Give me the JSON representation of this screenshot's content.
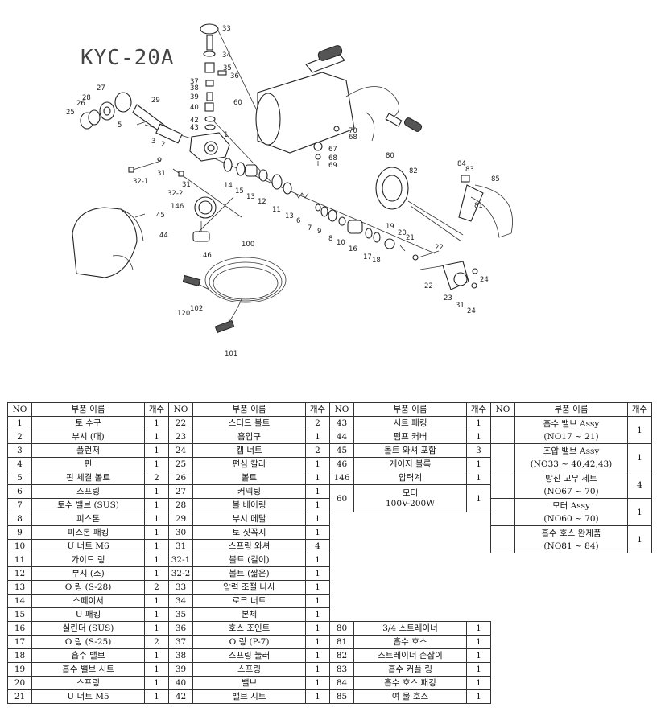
{
  "diagram": {
    "title": "KYC-20A",
    "callouts": [
      "33",
      "34",
      "35",
      "36",
      "37",
      "38",
      "39",
      "40",
      "42",
      "43",
      "1",
      "27",
      "28",
      "26",
      "25",
      "29",
      "5",
      "3",
      "2",
      "60",
      "70",
      "68",
      "67",
      "68",
      "69",
      "31",
      "32-1",
      "31",
      "32-2",
      "14",
      "15",
      "13",
      "12",
      "11",
      "13",
      "7",
      "6",
      "9",
      "8",
      "10",
      "16",
      "17",
      "18",
      "19",
      "20",
      "21",
      "22",
      "22",
      "23",
      "31",
      "24",
      "24",
      "80",
      "82",
      "84",
      "83",
      "85",
      "81",
      "146",
      "45",
      "44",
      "46",
      "100",
      "120",
      "102",
      "101"
    ]
  },
  "table": {
    "headers": [
      "NO",
      "부품 이름",
      "개수",
      "NO",
      "부품 이름",
      "개수",
      "NO",
      "부품 이름",
      "개수",
      "NO",
      "부품 이름",
      "개수"
    ],
    "col1": [
      [
        "1",
        "토 수구",
        "1"
      ],
      [
        "2",
        "부시 (대)",
        "1"
      ],
      [
        "3",
        "플런저",
        "1"
      ],
      [
        "4",
        "핀",
        "1"
      ],
      [
        "5",
        "핀 체결 볼트",
        "2"
      ],
      [
        "6",
        "스프링",
        "1"
      ],
      [
        "7",
        "토수 밸브 (SUS)",
        "1"
      ],
      [
        "8",
        "피스톤",
        "1"
      ],
      [
        "9",
        "피스톤 패킹",
        "1"
      ],
      [
        "10",
        "U 너트 M6",
        "1"
      ],
      [
        "11",
        "가이드 링",
        "1"
      ],
      [
        "12",
        "부시 (소)",
        "1"
      ],
      [
        "13",
        "O 링 (S-28)",
        "2"
      ],
      [
        "14",
        "스페이서",
        "1"
      ],
      [
        "15",
        "U 패킹",
        "1"
      ],
      [
        "16",
        "실린더 (SUS)",
        "1"
      ],
      [
        "17",
        "O 링 (S-25)",
        "2"
      ],
      [
        "18",
        "흡수 밸브",
        "1"
      ],
      [
        "19",
        "흡수 밸브 시트",
        "1"
      ],
      [
        "20",
        "스프링",
        "1"
      ],
      [
        "21",
        "U 너트 M5",
        "1"
      ]
    ],
    "col2": [
      [
        "22",
        "스터드 볼트",
        "2"
      ],
      [
        "23",
        "흡입구",
        "1"
      ],
      [
        "24",
        "캡 너트",
        "2"
      ],
      [
        "25",
        "편심 칼라",
        "1"
      ],
      [
        "26",
        "볼트",
        "1"
      ],
      [
        "27",
        "커넥팅",
        "1"
      ],
      [
        "28",
        "볼 베어링",
        "1"
      ],
      [
        "29",
        "부시 메탈",
        "1"
      ],
      [
        "30",
        "토 짓꼭지",
        "1"
      ],
      [
        "31",
        "스프링 와셔",
        "4"
      ],
      [
        "32-1",
        "볼트 (길이)",
        "1"
      ],
      [
        "32-2",
        "볼트 (짧은)",
        "1"
      ],
      [
        "33",
        "압력 조절 나사",
        "1"
      ],
      [
        "34",
        "로크 너트",
        "1"
      ],
      [
        "35",
        "본체",
        "1"
      ],
      [
        "36",
        "호스 조인트",
        "1"
      ],
      [
        "37",
        "O 링 (P-7)",
        "1"
      ],
      [
        "38",
        "스프링 눌러",
        "1"
      ],
      [
        "39",
        "스프링",
        "1"
      ],
      [
        "40",
        "밸브",
        "1"
      ],
      [
        "42",
        "밸브 시트",
        "1"
      ]
    ],
    "col3_top": [
      [
        "43",
        "시트 패킹",
        "1"
      ],
      [
        "44",
        "펌프 커버",
        "1"
      ],
      [
        "45",
        "볼트 와셔 포함",
        "3"
      ],
      [
        "46",
        "게이지 블록",
        "1"
      ],
      [
        "146",
        "압력계",
        "1"
      ]
    ],
    "col3_motor": {
      "no": "60",
      "name": "모터",
      "spec": "100V-200W",
      "qty": "1"
    },
    "col3_bottom": [
      [
        "80",
        "3/4 스트레이너",
        "1"
      ],
      [
        "81",
        "흡수 호스",
        "1"
      ],
      [
        "82",
        "스트레이너 손잡이",
        "1"
      ],
      [
        "83",
        "흡수 커플 링",
        "1"
      ],
      [
        "84",
        "흡수 호스 패킹",
        "1"
      ],
      [
        "85",
        "여 물 호스",
        "1"
      ]
    ],
    "col4": [
      {
        "name": "흡수 밸브 Assy",
        "range": "(NO17 ~ 21)",
        "qty": "1"
      },
      {
        "name": "조압 밸브 Assy",
        "range": "(NO33 ~ 40,42,43)",
        "qty": "1"
      },
      {
        "name": "방진 고무 세트",
        "range": "(NO67 ~ 70)",
        "qty": "4"
      },
      {
        "name": "모터 Assy",
        "range": "(NO60 ~ 70)",
        "qty": "1"
      },
      {
        "name": "흡수 호스 완제품",
        "range": "(NO81 ~ 84)",
        "qty": "1"
      }
    ]
  }
}
